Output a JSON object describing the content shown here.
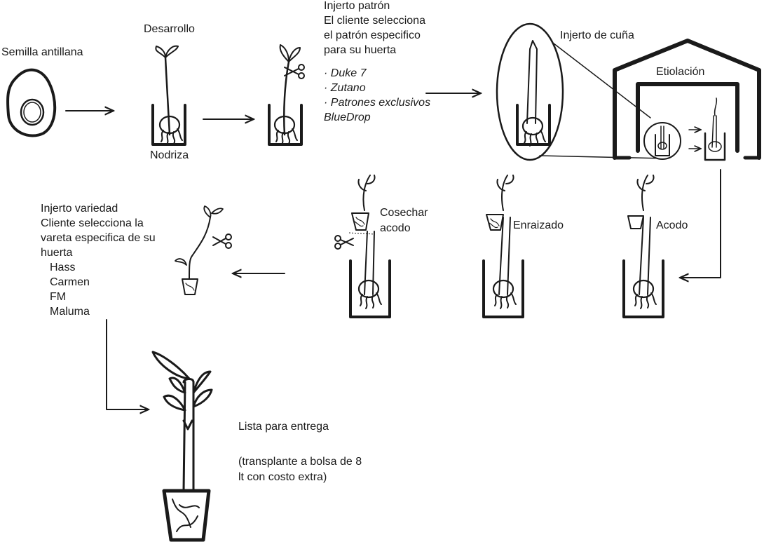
{
  "diagram": {
    "semilla": "Semilla antillana",
    "desarrollo": "Desarrollo",
    "nodriza": "Nodriza",
    "injerto_patron": {
      "title": "Injerto patrón",
      "lines": [
        "El cliente selecciona",
        "el patrón especifico",
        "para su huerta"
      ],
      "options": [
        "· Duke 7",
        "· Zutano",
        "· Patrones exclusivos",
        "BlueDrop"
      ]
    },
    "injerto_cuna": "Injerto de cuña",
    "etiolacion": "Etiolación",
    "acodo": "Acodo",
    "enraizado": "Enraizado",
    "cosechar_acodo": [
      "Cosechar",
      "acodo"
    ],
    "injerto_variedad": {
      "lines": [
        "Injerto variedad",
        "Cliente selecciona la",
        "vareta especifica de su",
        "huerta"
      ],
      "varieties": [
        "Hass",
        "Carmen",
        "FM",
        "Maluma"
      ]
    },
    "lista": {
      "title": "Lista para entrega",
      "note": [
        "(transplante a bolsa de 8",
        "lt con costo extra)"
      ]
    }
  }
}
